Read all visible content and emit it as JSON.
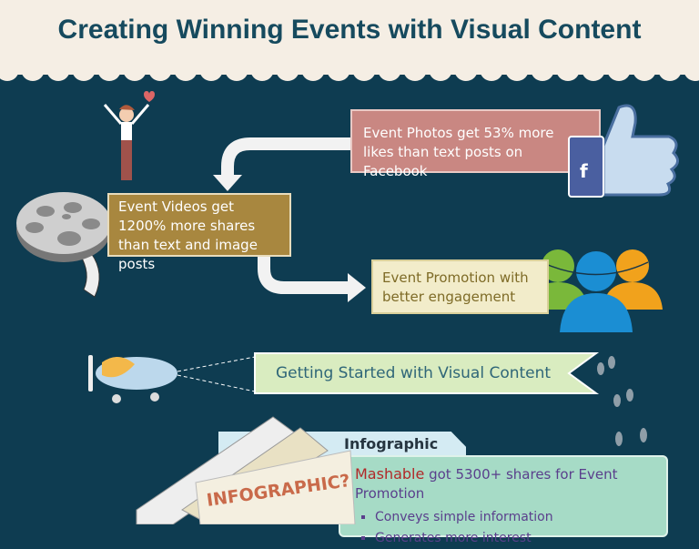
{
  "header": {
    "title": "Creating Winning Events with Visual Content"
  },
  "photos": {
    "text": "Event Photos get 53% more likes than text posts on Facebook"
  },
  "videos": {
    "text": "Event Videos get 1200% more shares than text and image posts"
  },
  "promotion": {
    "text": "Event Promotion with better engagement"
  },
  "banner": {
    "text": "Getting Started with Visual Content"
  },
  "infographic": {
    "tab_label": "Infographic",
    "brand": "Mashable",
    "headline_rest": " got 5300+ shares for Event Promotion",
    "bullets": [
      "Conveys simple information",
      "Generates more interest"
    ],
    "poster_text": "INFOGRAPHIC?"
  },
  "colors": {
    "background": "#0e3c51",
    "photos": "#c98782",
    "videos": "#a8873f",
    "promo": "#f2ecca",
    "banner": "#d9ecc0",
    "green": "#a6dbc6",
    "brand_red": "#b12828"
  }
}
